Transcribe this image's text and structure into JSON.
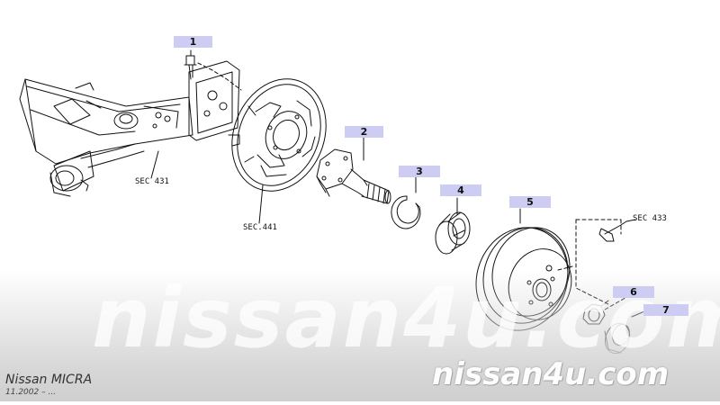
{
  "callouts": {
    "c1": "1",
    "c2": "2",
    "c3": "3",
    "c4": "4",
    "c5": "5",
    "c6": "6",
    "c7": "7"
  },
  "section_refs": {
    "sec431": "SEC 431",
    "sec441": "SEC.441",
    "sec433": "SEC 433"
  },
  "footer": {
    "model": "Nissan MICRA",
    "date": "11.2002 – ..."
  },
  "watermark": {
    "large": "nissan4u.com",
    "small": "nissan4u.com"
  },
  "colors": {
    "callout_bg": "#cdcdf4",
    "line": "#111111"
  }
}
